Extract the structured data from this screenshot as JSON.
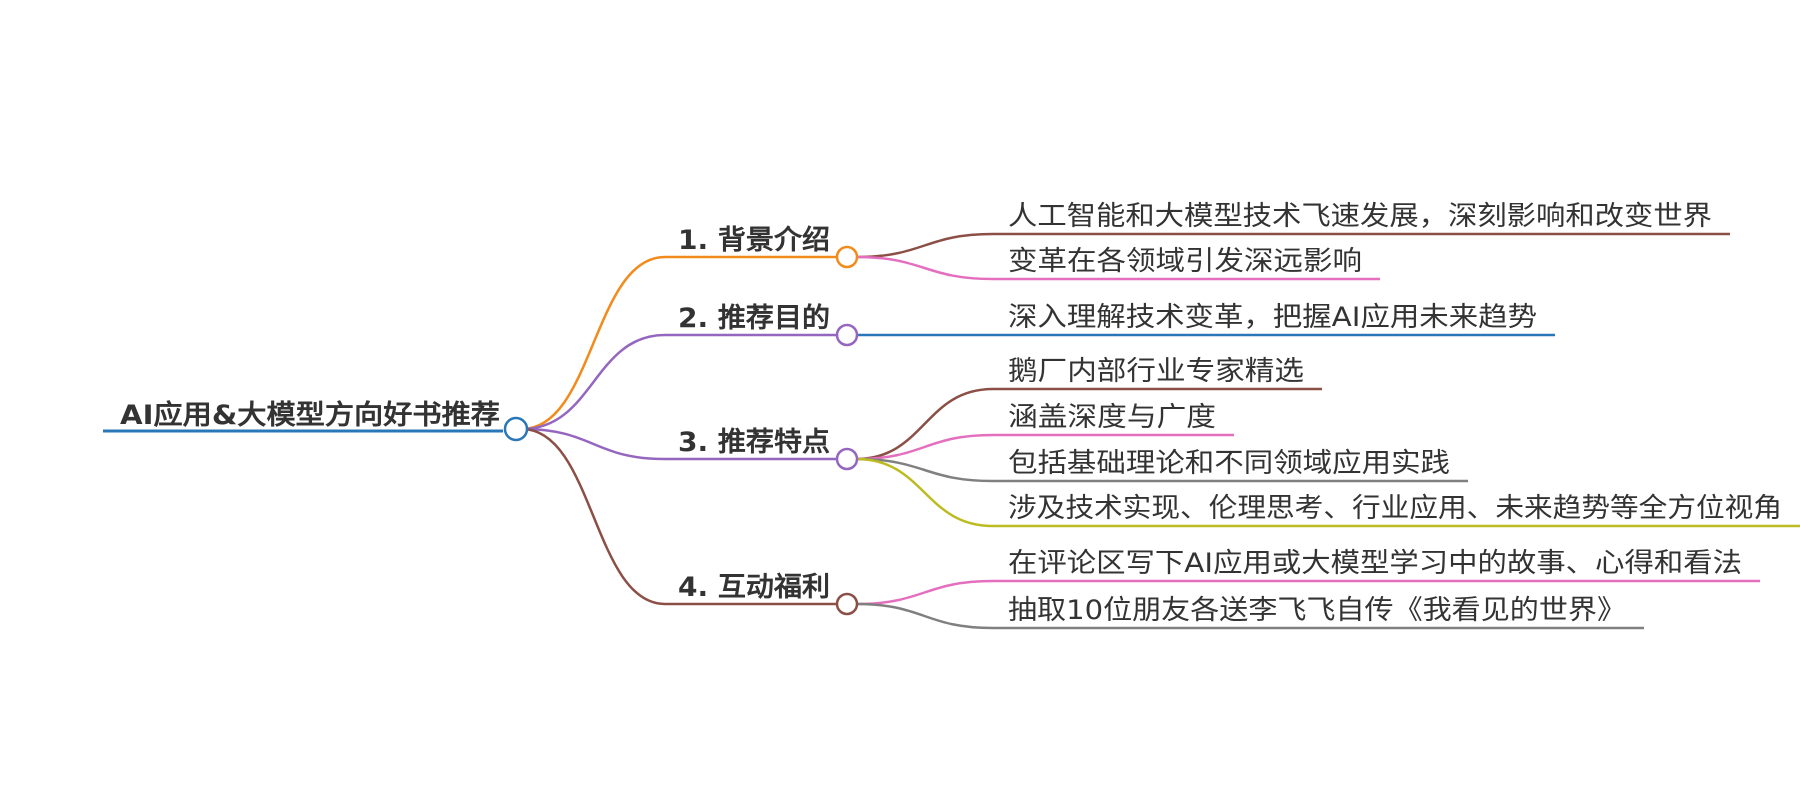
{
  "root": {
    "label": "AI应用&大模型方向好书推荐",
    "color": "#2a77b8"
  },
  "branches": [
    {
      "label": "1. 背景介绍",
      "color": "#f28b1c",
      "children": [
        {
          "label": "人工智能和大模型技术飞速发展，深刻影响和改变世界",
          "color": "#8b4f45"
        },
        {
          "label": "变革在各领域引发深远影响",
          "color": "#e56fbf"
        }
      ]
    },
    {
      "label": "2. 推荐目的",
      "color": "#9466bf",
      "children": [
        {
          "label": "深入理解技术变革，把握AI应用未来趋势",
          "color": "#2a77b8"
        }
      ]
    },
    {
      "label": "3. 推荐特点",
      "color": "#9466bf",
      "children": [
        {
          "label": "鹅厂内部行业专家精选",
          "color": "#8b4f45"
        },
        {
          "label": "涵盖深度与广度",
          "color": "#e56fbf"
        },
        {
          "label": "包括基础理论和不同领域应用实践",
          "color": "#808080"
        },
        {
          "label": "涉及技术实现、伦理思考、行业应用、未来趋势等全方位视角",
          "color": "#bcbc22"
        }
      ]
    },
    {
      "label": "4. 互动福利",
      "color": "#8b4f45",
      "children": [
        {
          "label": "在评论区写下AI应用或大模型学习中的故事、心得和看法",
          "color": "#e56fbf"
        },
        {
          "label": "抽取10位朋友各送李飞飞自传《我看见的世界》",
          "color": "#808080"
        }
      ]
    }
  ]
}
